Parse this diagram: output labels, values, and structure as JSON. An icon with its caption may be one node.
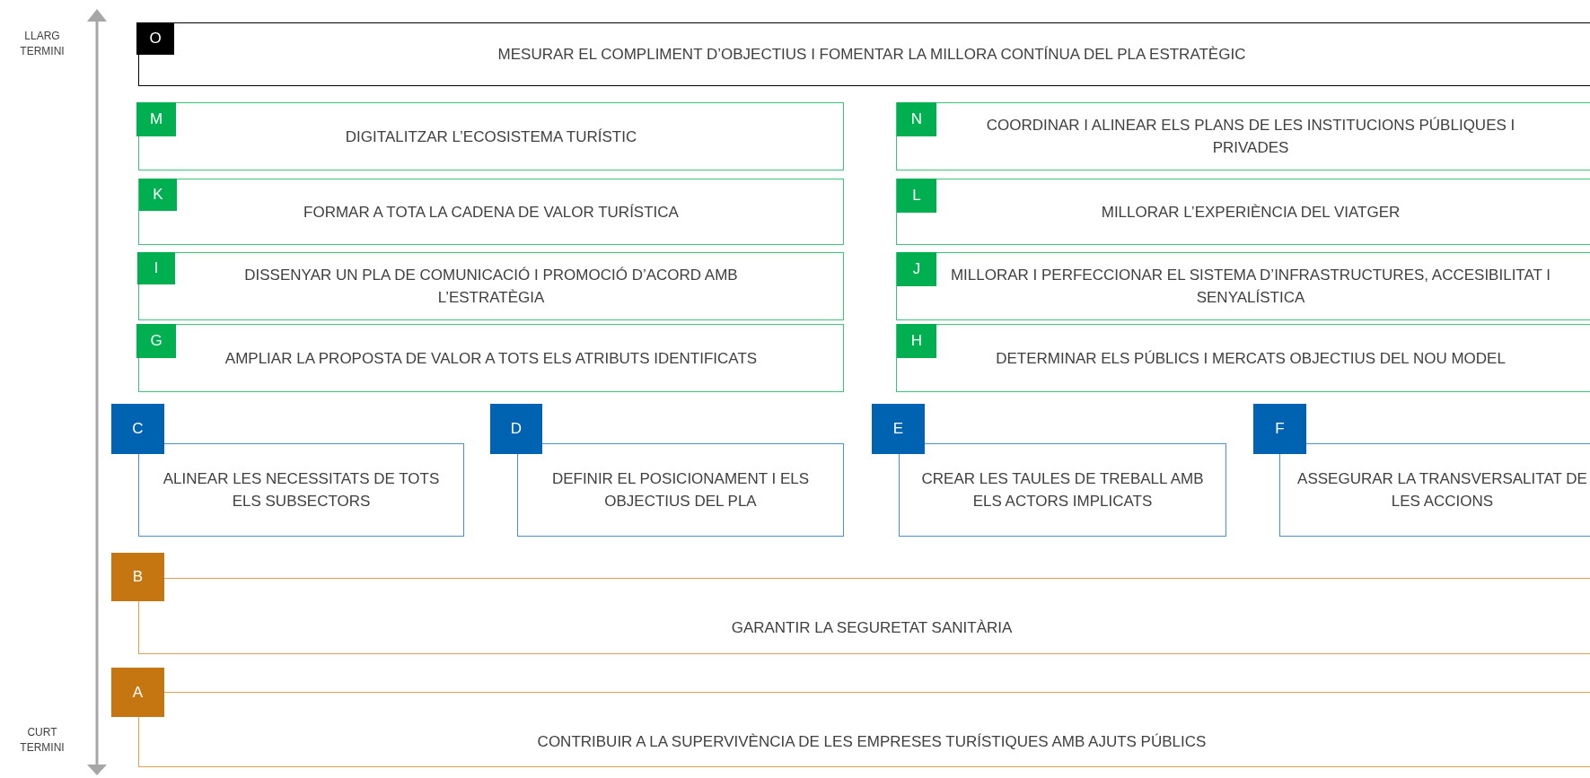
{
  "diagram": {
    "nodes": [
      {
        "text": [
          "O",
          "MESURAR EL COMPLIMENT D’OBJECTIUS I FOMENTAR LA MILLORA CONTÍNUA DEL PLA ESTRATÈGIC"
        ]
      },
      {
        "text": [
          "M",
          "DIGITALITZAR L’ECOSISTEMA TURÍSTIC"
        ]
      },
      {
        "text": [
          "N",
          "COORDINAR I ALINEAR ELS PLANS DE LES INSTITUCIONS PÚBLIQUES I PRIVADES"
        ]
      },
      {
        "text": [
          "K",
          "FORMAR A TOTA LA CADENA DE VALOR TURÍSTICA"
        ]
      },
      {
        "text": [
          "L",
          "MILLORAR L’EXPERIÈNCIA DEL VIATGER"
        ]
      },
      {
        "text": [
          "I",
          "DISSENYAR UN PLA DE COMUNICACIÓ I PROMOCIÓ D’ACORD AMB L’ESTRATÈGIA"
        ]
      },
      {
        "text": [
          "J",
          "MILLORAR I PERFECCIONAR EL SISTEMA D’INFRASTRUCTURES, ACCESIBILITAT I SENYALÍSTICA"
        ]
      },
      {
        "text": [
          "G",
          "AMPLIAR LA PROPOSTA DE VALOR A TOTS ELS ATRIBUTS IDENTIFICATS"
        ]
      },
      {
        "text": [
          "H",
          "DETERMINAR ELS PÚBLICS I MERCATS OBJECTIUS DEL NOU MODEL"
        ]
      },
      {
        "text": [
          "C",
          "ALINEAR LES NECESSITATS DE TOTS ELS SUBSECTORS"
        ]
      },
      {
        "text": [
          "D",
          "DEFINIR EL POSICIONAMENT I ELS OBJECTIUS DEL PLA"
        ]
      },
      {
        "text": [
          "E",
          "CREAR LES TAULES DE TREBALL AMB ELS ACTORS IMPLICATS"
        ]
      },
      {
        "text": [
          "F",
          "ASSEGURAR LA TRANSVERSALITAT DE LES ACCIONS"
        ]
      },
      {
        "text": [
          "B",
          "GARANTIR LA SEGURETAT SANITÀRIA"
        ]
      },
      {
        "text": [
          "A",
          "CONTRIBUIR A LA SUPERVIVÈNCIA DE LES EMPRESES TURÍSTIQUES AMB AJUTS PÚBLICS"
        ]
      }
    ],
    "edges": [],
    "labels": [
      "LLARG TERMINI",
      "CURT TERMINI"
    ]
  }
}
